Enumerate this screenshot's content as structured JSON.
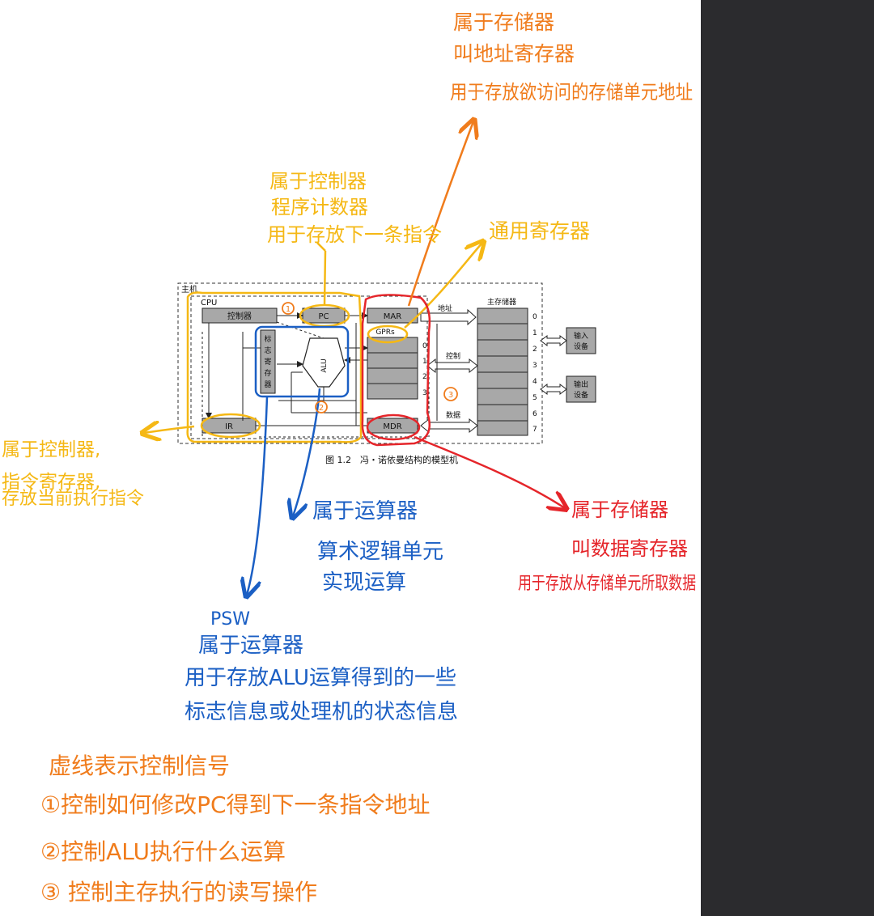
{
  "colors": {
    "orange": "#f07c1c",
    "yellow": "#f5b815",
    "blue": "#1b5fc4",
    "red": "#e5252a",
    "grey_box": "#a8a8a8",
    "sidebar": "#2b2b2e"
  },
  "figure": {
    "host_label": "主机",
    "cpu_label": "CPU",
    "controller": "控制器",
    "pc": "PC",
    "mar": "MAR",
    "gprs": "GPRs",
    "gpr_indices": [
      "0",
      "1",
      "2",
      "3"
    ],
    "flags_reg": [
      "标",
      "志",
      "寄",
      "存",
      "器"
    ],
    "alu": "ALU",
    "ir": "IR",
    "mdr": "MDR",
    "bus_address": "地址",
    "bus_control": "控制",
    "bus_data": "数据",
    "memory_title": "主存储器",
    "memory_indices": [
      "0",
      "1",
      "2",
      "3",
      "4",
      "5",
      "6",
      "7"
    ],
    "input_device": [
      "输入",
      "设备"
    ],
    "output_device": [
      "输出",
      "设备"
    ],
    "caption": "图 1.2　冯・诺依曼结构的模型机",
    "marks": {
      "one": "1",
      "two": "2",
      "three": "3"
    }
  },
  "notes": {
    "mar": [
      "属于存储器",
      "叫地址寄存器",
      "用于存放欲访问的存储单元地址"
    ],
    "pc": [
      "属于控制器",
      "程序计数器",
      "用于存放下一条指令"
    ],
    "gprs": [
      "通用寄存器"
    ],
    "ir": [
      "属于控制器,",
      "指令寄存器,",
      "存放当前执行指令"
    ],
    "alu": [
      "属于运算器",
      "算术逻辑单元",
      "实现运算"
    ],
    "mdr": [
      "属于存储器",
      "叫数据寄存器",
      "用于存放从存储单元所取数据"
    ],
    "psw": [
      "PSW",
      "属于运算器",
      "用于存放ALU运算得到的一些",
      "标志信息或处理机的状态信息"
    ],
    "legend": [
      "虚线表示控制信号",
      "①控制如何修改PC得到下一条指令地址",
      "②控制ALU执行什么运算",
      "③ 控制主存执行的读写操作"
    ]
  }
}
